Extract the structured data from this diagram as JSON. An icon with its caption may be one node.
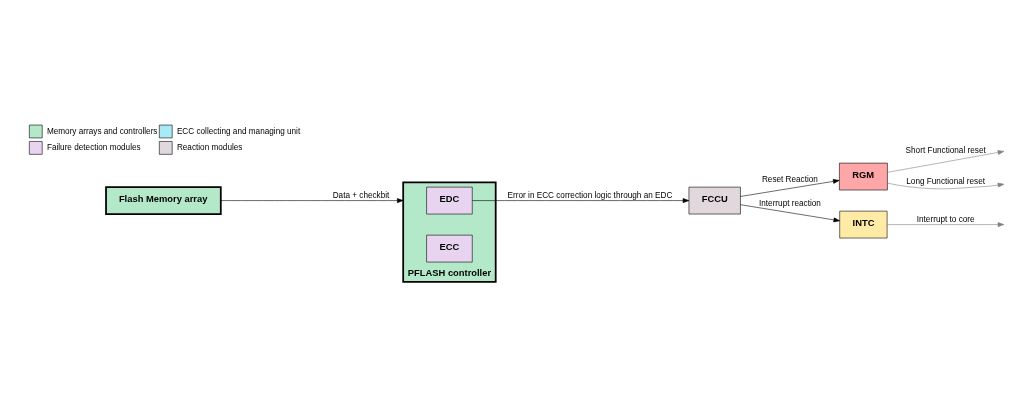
{
  "diagram": {
    "nodes": [
      {
        "text": [
          "PFLASH controller"
        ]
      },
      {
        "text": [
          "EDC"
        ],
        "in": 0
      },
      {
        "text": [
          "ECC"
        ],
        "in": 0
      },
      {
        "text": [
          "Flash Memory array"
        ]
      },
      {
        "text": [
          "FCCU"
        ]
      },
      {
        "text": [
          "RGM"
        ]
      },
      {
        "text": [
          "INTC"
        ]
      }
    ],
    "edges": [
      {
        "from": 3,
        "to": 0,
        "arrow": "to",
        "label": "Data + checkbit"
      },
      {
        "from": 1,
        "to": 4,
        "arrow": "to",
        "label": "Error in ECC correction logic through an EDC"
      },
      {
        "from": 4,
        "to": 5,
        "arrow": "to",
        "label": "Reset Reaction"
      },
      {
        "from": 4,
        "to": 6,
        "arrow": "to",
        "label": "Interrupt reaction"
      },
      {
        "from": 5,
        "to": null,
        "arrow": "to",
        "label": "Short Functional reset",
        "color": "#808080"
      },
      {
        "from": 5,
        "to": null,
        "arrow": "to",
        "label": "Long Functional reset",
        "color": "#808080"
      },
      {
        "from": 6,
        "to": null,
        "arrow": "to",
        "label": "Interrupt to core",
        "color": "#808080"
      }
    ],
    "legend": [
      {
        "text": "Memory arrays and controllers",
        "color": "#b3e8c8"
      },
      {
        "text": "ECC collecting and managing unit",
        "color": "#a8eaf8"
      },
      {
        "text": "Failure detection modules",
        "color": "#e8d3f0"
      },
      {
        "text": "Reaction modules",
        "color": "#e0d8dc"
      }
    ]
  }
}
